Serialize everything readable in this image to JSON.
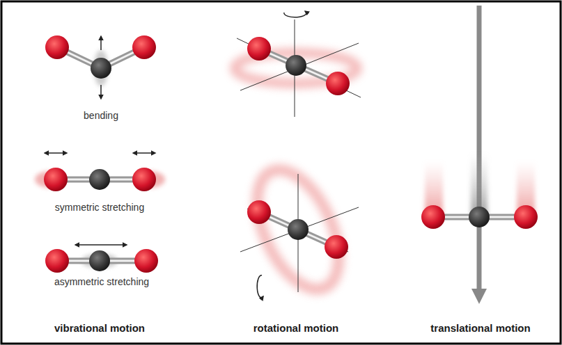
{
  "diagram": {
    "labels": [
      "bending",
      "symmetric stretching",
      "asymmetric stretching",
      "vibrational motion",
      "rotational motion",
      "translational motion"
    ]
  }
}
